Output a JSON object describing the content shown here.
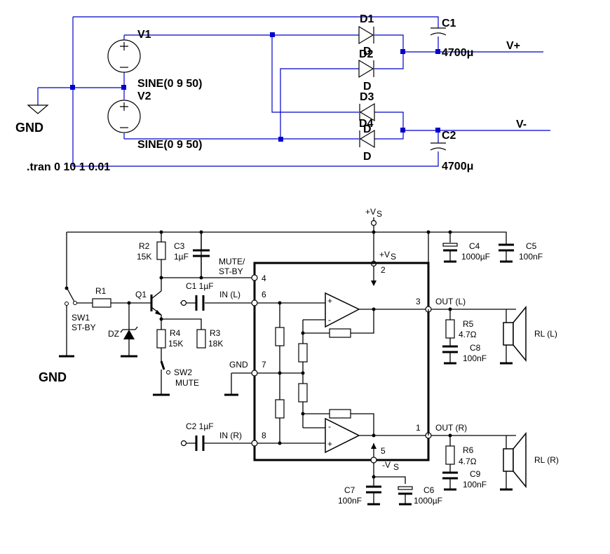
{
  "top_schematic": {
    "gnd": "GND",
    "sources": [
      {
        "name": "V1",
        "value": "SINE(0 9 50)"
      },
      {
        "name": "V2",
        "value": "SINE(0 9 50)"
      }
    ],
    "diodes": [
      {
        "name": "D1",
        "model": "D"
      },
      {
        "name": "D2",
        "model": "D"
      },
      {
        "name": "D3",
        "model": "D"
      },
      {
        "name": "D4",
        "model": "D"
      }
    ],
    "capacitors": [
      {
        "name": "C1",
        "value": "4700μ"
      },
      {
        "name": "C2",
        "value": "4700μ"
      }
    ],
    "outputs": {
      "positive": "V+",
      "negative": "V-"
    },
    "directive": ".tran 0 10 1 0.01"
  },
  "bottom_schematic": {
    "gnd": "GND",
    "supply_top": {
      "label": "+V",
      "sub": "S"
    },
    "supply_ic": {
      "label": "+V",
      "sub": "S"
    },
    "supply_neg": {
      "label": "-V",
      "sub": "S"
    },
    "components": {
      "r1": "R1",
      "r2_name": "R2",
      "r2_val": "15K",
      "c3_name": "C3",
      "c3_val": "1µF",
      "c1": "C1 1µF",
      "q1": "Q1",
      "sw1_name": "SW1",
      "sw1_desc": "ST-BY",
      "dz": "DZ",
      "r4_name": "R4",
      "r4_val": "15K",
      "r3_name": "R3",
      "r3_val": "18K",
      "sw2_name": "SW2",
      "sw2_desc": "MUTE",
      "c4_name": "C4",
      "c4_val": "1000µF",
      "c5_name": "C5",
      "c5_val": "100nF",
      "r5_name": "R5",
      "r5_val": "4.7Ω",
      "c8_name": "C8",
      "c8_val": "100nF",
      "r6_name": "R6",
      "r6_val": "4.7Ω",
      "c9_name": "C9",
      "c9_val": "100nF",
      "c2": "C2 1µF",
      "c7_name": "C7",
      "c7_val": "100nF",
      "c6_name": "C6",
      "c6_val": "1000µF",
      "rl_l": "RL (L)",
      "rl_r": "RL (R)"
    },
    "pins": {
      "mute_l1": "MUTE/",
      "mute_l2": "ST-BY",
      "in_l": "IN (L)",
      "in_r": "IN (R)",
      "gnd": "GND",
      "out_l": "OUT (L)",
      "out_r": "OUT (R)",
      "p1": "1",
      "p2": "2",
      "p3": "3",
      "p4": "4",
      "p5": "5",
      "p6": "6",
      "p7": "7",
      "p8": "8"
    }
  }
}
